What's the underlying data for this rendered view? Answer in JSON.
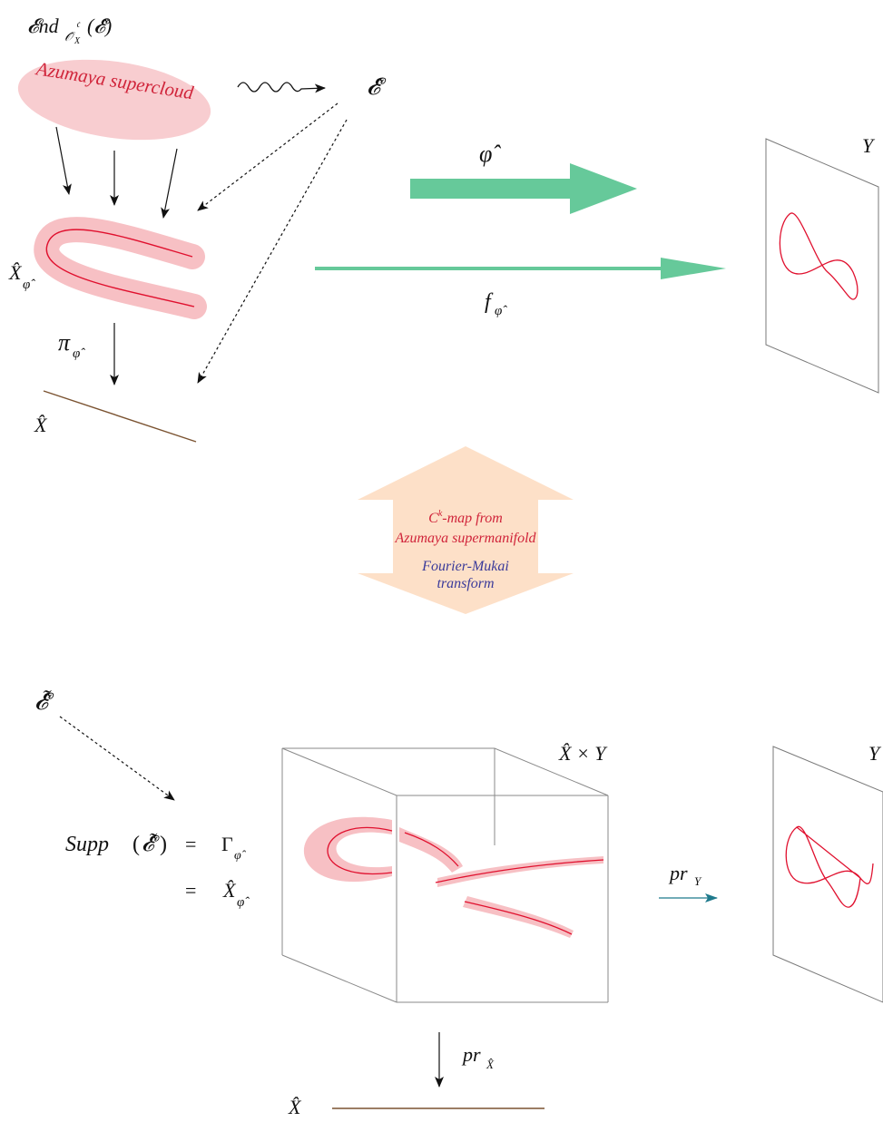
{
  "top": {
    "end_sheaf_label": "𝓔nd",
    "end_sheaf_subscript": "𝒪̂",
    "end_sheaf_sub_x": "X",
    "end_sheaf_sup": "𝔠",
    "end_sheaf_arg": "(𝓔̂)",
    "azumaya_cloud_text": "Azumaya supercloud",
    "e_hat": "𝓔̂",
    "phi_hat": "φ̂",
    "f_letter": "f",
    "f_subscript": "φ̂",
    "x_phi_letter": "X̂",
    "x_phi_subscript": "φ̂",
    "pi_letter": "π",
    "pi_subscript": "φ̂",
    "x_hat": "X̂",
    "y_label": "Y"
  },
  "middle": {
    "line1_prefix": "C",
    "line1_sup": "k",
    "line1_suffix": "-map from",
    "line2": "Azumaya supermanifold",
    "line3": "Fourier-Mukai",
    "line4": "transform"
  },
  "bottom": {
    "e_double_hat": "𝓔̂̃",
    "supp_text": "Supp",
    "supp_open": "(",
    "supp_arg": "𝓔̂̃",
    "supp_close": ")",
    "eq1": "=",
    "gamma_letter": "Γ",
    "gamma_subscript": "φ̂",
    "eq2": "=",
    "x_phi_letter": "X̂",
    "x_phi_subscript": "φ̂",
    "product_label": "X̂ × Y",
    "pr_y_letter": "pr",
    "pr_y_subscript": "Y",
    "pr_x_letter": "pr",
    "pr_x_subscript": "X̂",
    "x_hat": "X̂",
    "y_label": "Y"
  },
  "colors": {
    "red_curve": "#e0102e",
    "pink_fill": "#f7c0c4",
    "pink_cloud": "#f8cdd0",
    "green_arrow": "#66c99a",
    "peach_arrow": "#fde0c8",
    "teal_arrow": "#1f7a8c",
    "brown_line": "#7a5230",
    "frame_gray": "#7a7a7a"
  }
}
